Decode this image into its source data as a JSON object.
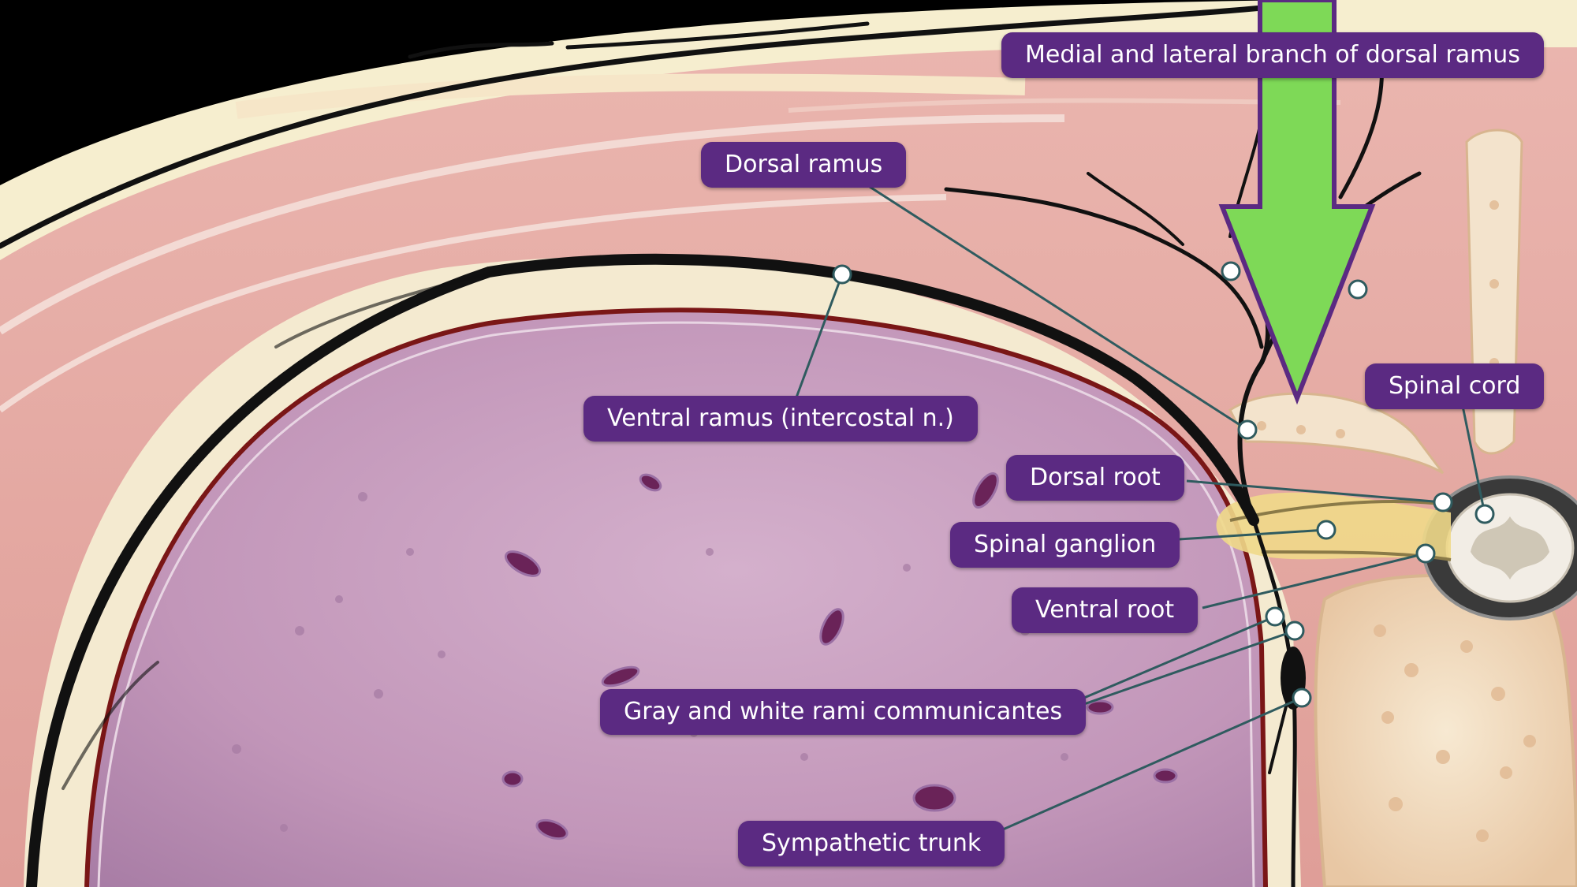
{
  "diagram": {
    "colors": {
      "label_bg": "#5b2a82",
      "label_text": "#ffffff",
      "arrow_fill": "#7ed957",
      "arrow_stroke": "#5b2a82",
      "leader_line": "#2f5b5f",
      "muscle": "#e7aaa5",
      "fat": "#f6eecf",
      "lung": "#c99cc0",
      "pleura": "#7a1616",
      "nerve": "#111111",
      "bone": "#f3e3cc",
      "spinal_cord": "#f2ede5"
    },
    "labels": {
      "medial_lateral_branch": "Medial and lateral branch of dorsal ramus",
      "dorsal_ramus": "Dorsal ramus",
      "ventral_ramus": "Ventral ramus (intercostal n.)",
      "spinal_cord": "Spinal cord",
      "dorsal_root": "Dorsal root",
      "spinal_ganglion": "Spinal ganglion",
      "ventral_root": "Ventral root",
      "rami_communicantes": "Gray and white rami communicantes",
      "sympathetic_trunk": "Sympathetic trunk"
    },
    "arrow": {
      "icon": "down-arrow-icon",
      "direction": "down"
    }
  }
}
